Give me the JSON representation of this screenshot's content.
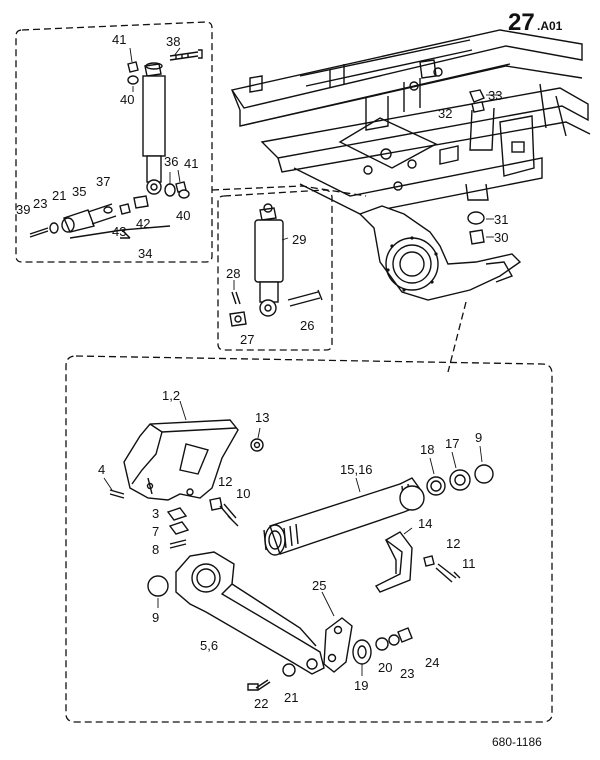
{
  "header": {
    "page_number": "27",
    "page_suffix": ".A01"
  },
  "footer": {
    "reference": "680-1186"
  },
  "parts": {
    "p1_2": "1,2",
    "p3": "3",
    "p4": "4",
    "p5_6": "5,6",
    "p7": "7",
    "p8": "8",
    "p9_left": "9",
    "p9_right": "9",
    "p10": "10",
    "p11": "11",
    "p12_a": "12",
    "p12_b": "12",
    "p13": "13",
    "p14": "14",
    "p15_16": "15,16",
    "p17": "17",
    "p18": "18",
    "p19": "19",
    "p20": "20",
    "p21_bottom": "21",
    "p21_top": "21",
    "p22": "22",
    "p23_bottom": "23",
    "p23_top": "23",
    "p24": "24",
    "p25": "25",
    "p26": "26",
    "p27": "27",
    "p28": "28",
    "p29": "29",
    "p30": "30",
    "p31": "31",
    "p32": "32",
    "p33": "33",
    "p34": "34",
    "p35": "35",
    "p36": "36",
    "p37": "37",
    "p38": "38",
    "p39": "39",
    "p40_top": "40",
    "p40_bot": "40",
    "p41_top": "41",
    "p41_bot": "41",
    "p42": "42",
    "p43": "43"
  }
}
